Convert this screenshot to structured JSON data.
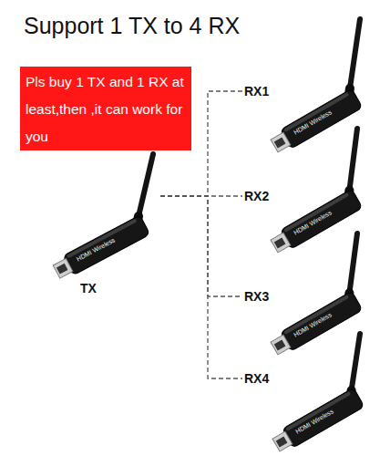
{
  "diagram": {
    "title": "Support 1 TX to 4 RX",
    "nodes": [
      {
        "text": [
          "Pls buy 1 TX and 1 RX at least,then ,it can work for you"
        ]
      },
      {
        "text": [
          "TX",
          "HDMI Wireless"
        ]
      },
      {
        "text": [
          "RX1",
          "HDMI Wireless"
        ]
      },
      {
        "text": [
          "RX2",
          "HDMI Wireless"
        ]
      },
      {
        "text": [
          "RX3",
          "HDMI Wireless"
        ]
      },
      {
        "text": [
          "RX4",
          "HDMI Wireless"
        ]
      }
    ],
    "edges": [
      {
        "from": 1,
        "to": 2,
        "arrow": "none"
      },
      {
        "from": 1,
        "to": 3,
        "arrow": "none"
      },
      {
        "from": 1,
        "to": 4,
        "arrow": "none"
      },
      {
        "from": 1,
        "to": 5,
        "arrow": "none"
      }
    ]
  }
}
